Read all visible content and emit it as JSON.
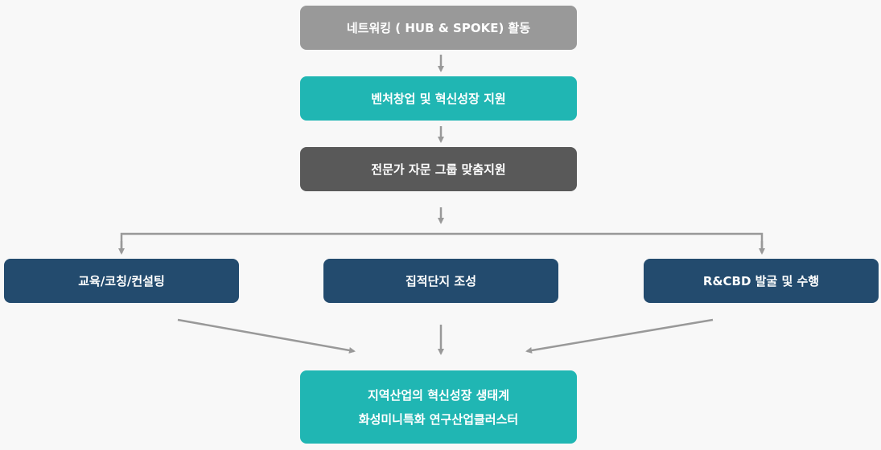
{
  "steps": {
    "networking": "네트워킹 ( HUB & SPOKE) 활동",
    "venture": "벤처창업 및 혁신성장 지원",
    "expert": "전문가 자문 그룹 맞춤지원"
  },
  "branches": {
    "education": "교육/코칭/컨설팅",
    "cluster_site": "집적단지 조성",
    "rcbd": "R&CBD 발굴 및 수행"
  },
  "result": {
    "line1": "지역산업의 혁신성장 생태계",
    "line2": "화성미니특화 연구산업클러스터"
  },
  "colors": {
    "gray": "#999999",
    "teal": "#20b6b3",
    "dark": "#595959",
    "navy": "#234b6e",
    "arrow": "#999999"
  }
}
